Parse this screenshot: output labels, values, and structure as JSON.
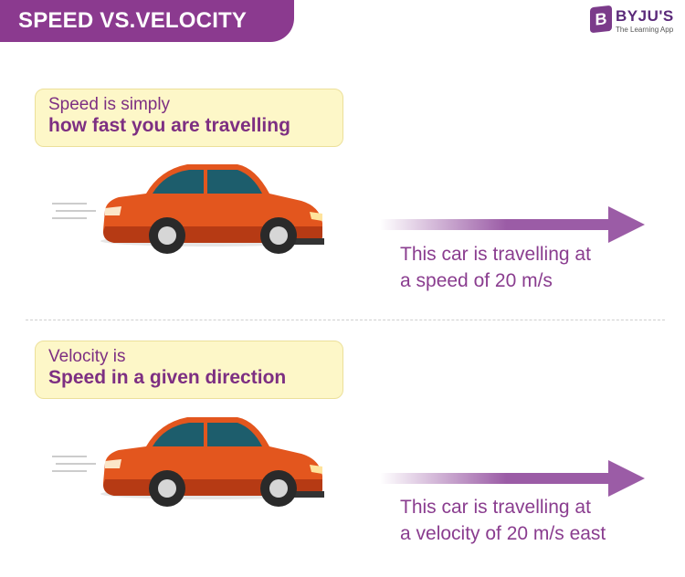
{
  "header": {
    "title": "SPEED VS.VELOCITY"
  },
  "logo": {
    "mark": "B",
    "name": "BYJU'S",
    "tagline": "The Learning App"
  },
  "colors": {
    "accent": "#8b3a8f",
    "callout_bg": "#fdf7c8",
    "car_body": "#e3561e",
    "arrow": "#9b5ca6"
  },
  "speed": {
    "line1": "Speed is simply",
    "line2": "how fast you are travelling",
    "caption_line1": "This car is travelling at",
    "caption_line2": "a speed of 20 m/s"
  },
  "velocity": {
    "line1": "Velocity is",
    "line2": "Speed in a given direction",
    "caption_line1": "This car is travelling at",
    "caption_line2": "a velocity of 20 m/s east"
  }
}
